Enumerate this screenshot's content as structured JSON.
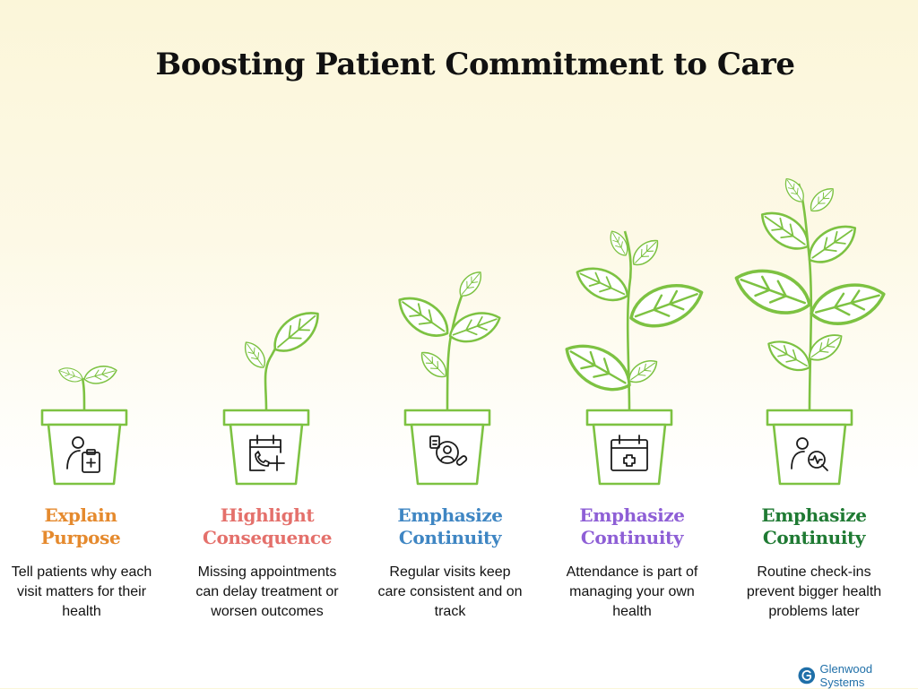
{
  "title": "Boosting Patient Commitment to Care",
  "steps": [
    {
      "heading": "Explain Purpose",
      "description": "Tell patients why each visit matters for their health",
      "color": "#e58a2e",
      "pot_icon": "patient-clipboard-icon"
    },
    {
      "heading": "Highlight Consequence",
      "description": "Missing appointments can delay treatment or worsen outcomes",
      "color": "#e4706b",
      "pot_icon": "calendar-phone-icon"
    },
    {
      "heading": "Emphasize Continuity",
      "description": "Regular visits keep care consistent and on track",
      "color": "#3f86c3",
      "pot_icon": "patient-record-icon"
    },
    {
      "heading": "Emphasize Continuity",
      "description": "Attendance is part of managing your own health",
      "color": "#8e5fd6",
      "pot_icon": "medical-calendar-icon"
    },
    {
      "heading": "Emphasize Continuity",
      "description": "Routine check-ins prevent bigger health problems later",
      "color": "#1f7a33",
      "pot_icon": "health-search-icon"
    }
  ],
  "brand": {
    "name": "Glenwood Systems",
    "color": "#1f6fa8"
  },
  "plant_color": "#7dc242"
}
